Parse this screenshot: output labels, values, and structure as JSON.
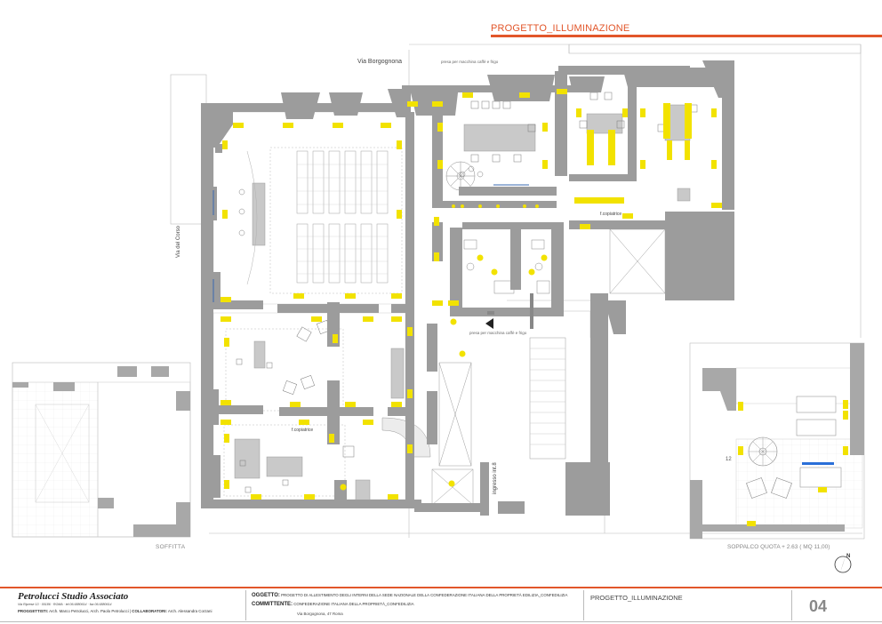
{
  "sheet": {
    "title": "PROGETTO_ILLUMINAZIONE",
    "number": "04",
    "accent_color": "#e2562a",
    "light_color": "#f2e200",
    "wall_color": "#9c9c9c"
  },
  "labels": {
    "street": "Via Borgognona",
    "coffee_press_top": "presa per macchina caffè e frigo",
    "coffee_press_mid": "presa per macchina caffè e frigo",
    "via_corso": "Via del Corso",
    "entrance": "ingresso int.8",
    "copier_a": "f.copiatrice",
    "copier_b": "f.copiatrice",
    "attic": "SOFFITTA",
    "mezzanine": "SOPPALCO QUOTA + 2.63 ( MQ 11,00)",
    "stair_steps": "12"
  },
  "footer": {
    "studio": "Petrolucci Studio Associato",
    "address": "Via Riprese 13 · 00186 · ROMA · tel 06.6880614 · fax 06.6880614",
    "designers_head": "PROGGETTISTI:",
    "designers": "Arch. Marco Petrolucci, Arch. Paolo Petrolucci",
    "collab_head": "COLLABORATORI:",
    "collab": "Arch. Alessandra Corzani",
    "object_head": "OGGETTO:",
    "object": "PROGETTO DI ALLESTIMENTO DEGLI INTERNI DELLA SEDE NAZIONALE DELLA CONFEDERAZIONE ITALIANA DELLA PROPRIETÀ EDILIZIA_CONFEDILIZIA",
    "client_head": "COMMITTENTE:",
    "client": "CONFEDERAZIONE ITALIANA DELLA PROPRIETÀ_CONFEDILIZIA",
    "place": "Via Borgognona, 47 Roma",
    "drawing_tag": "PROGETTO_ILLUMINAZIONE"
  },
  "icons": {
    "north": "north-arrow-icon"
  }
}
